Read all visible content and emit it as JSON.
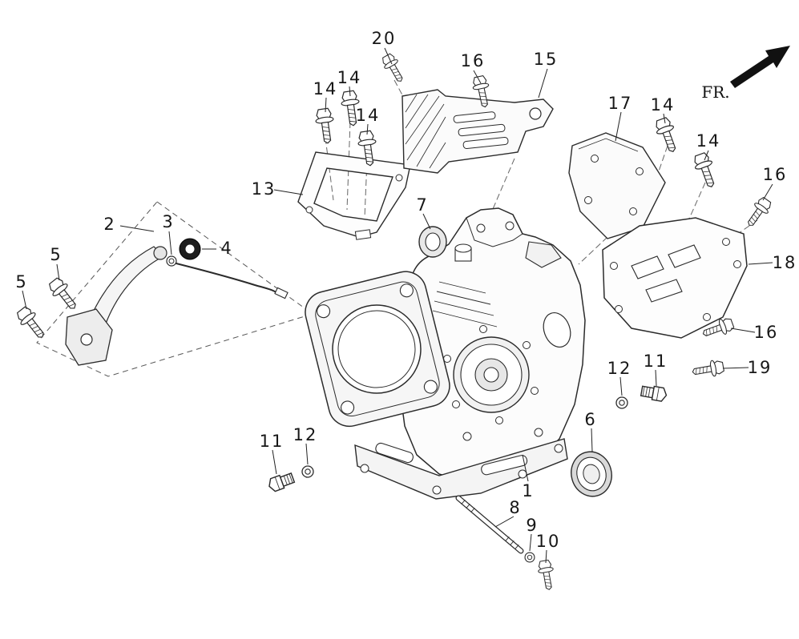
{
  "diagram": {
    "direction_label": "FR.",
    "callouts": [
      {
        "label": "20"
      },
      {
        "label": "16"
      },
      {
        "label": "15"
      },
      {
        "label": "14"
      },
      {
        "label": "14"
      },
      {
        "label": "14"
      },
      {
        "label": "17"
      },
      {
        "label": "14"
      },
      {
        "label": "14"
      },
      {
        "label": "16"
      },
      {
        "label": "13"
      },
      {
        "label": "7"
      },
      {
        "label": "2"
      },
      {
        "label": "3"
      },
      {
        "label": "4"
      },
      {
        "label": "5"
      },
      {
        "label": "5"
      },
      {
        "label": "18"
      },
      {
        "label": "16"
      },
      {
        "label": "19"
      },
      {
        "label": "12"
      },
      {
        "label": "11"
      },
      {
        "label": "6"
      },
      {
        "label": "11"
      },
      {
        "label": "12"
      },
      {
        "label": "1"
      },
      {
        "label": "8"
      },
      {
        "label": "9"
      },
      {
        "label": "10"
      }
    ]
  }
}
